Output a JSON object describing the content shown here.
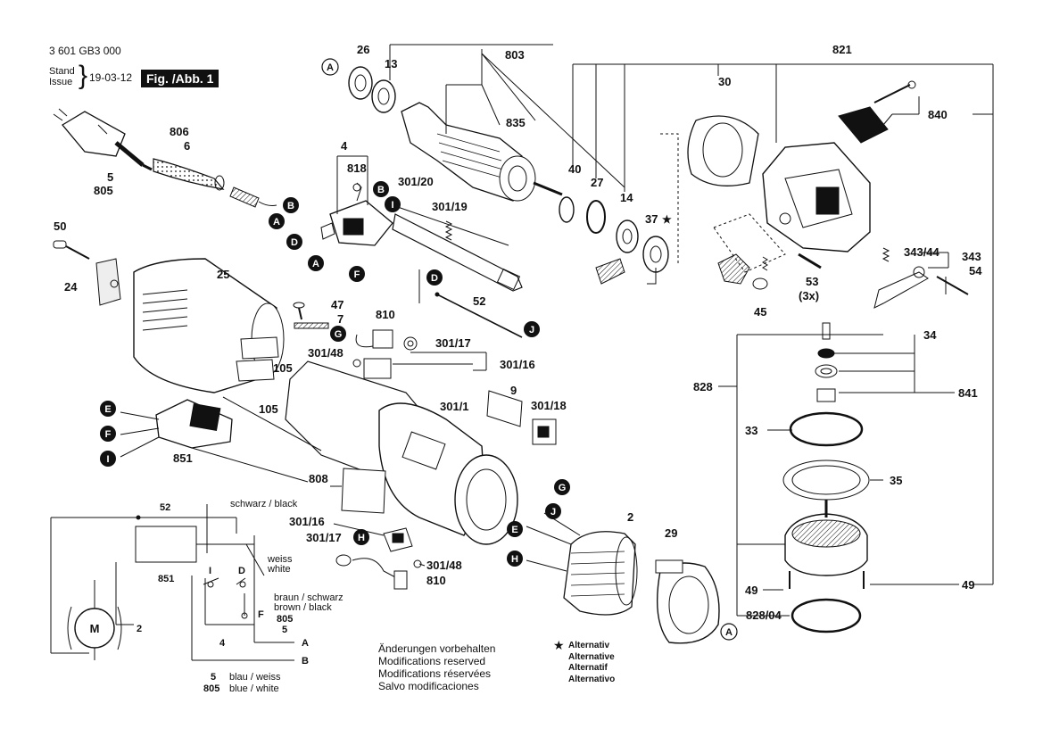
{
  "header": {
    "doc_number": "3 601 GB3 000",
    "stand": "Stand",
    "issue": "Issue",
    "date": "19-03-12",
    "figure": "Fig. /Abb. 1"
  },
  "part_labels": {
    "p26": "26",
    "p13": "13",
    "p803": "803",
    "p835": "835",
    "p806": "806",
    "p6": "6",
    "p5": "5",
    "p805": "805",
    "p4": "4",
    "p818": "818",
    "p301_20": "301/20",
    "p301_19": "301/19",
    "p50": "50",
    "p24": "24",
    "p25": "25",
    "p47": "47",
    "p7": "7",
    "p810": "810",
    "p301_17": "301/17",
    "p301_48": "301/48",
    "p301_16": "301/16",
    "p52": "52",
    "p105a": "105",
    "p105b": "105",
    "p851": "851",
    "p9": "9",
    "p301_1": "301/1",
    "p301_18": "301/18",
    "p808": "808",
    "p301_16b": "301/16",
    "p301_17b": "301/17",
    "p301_48b": "301/48",
    "p810b": "810",
    "p2": "2",
    "p29": "29",
    "p40": "40",
    "p27": "27",
    "p14": "14",
    "p37": "37",
    "p821": "821",
    "p30": "30",
    "p840": "840",
    "p343_44": "343/44",
    "p343": "343",
    "p54": "54",
    "p53": "53",
    "p3x": "(3x)",
    "p45": "45",
    "p34": "34",
    "p828": "828",
    "p841": "841",
    "p33": "33",
    "p35": "35",
    "p49a": "49",
    "p49b": "49",
    "p828_04": "828/04"
  },
  "callouts": {
    "A": "A",
    "B": "B",
    "D": "D",
    "E": "E",
    "F": "F",
    "G": "G",
    "H": "H",
    "I": "I",
    "J": "J"
  },
  "wiring": {
    "lbl52": "52",
    "black": "schwarz / black",
    "weiss": "weiss",
    "white": "white",
    "lbl851": "851",
    "I": "I",
    "D": "D",
    "F": "F",
    "brown_de": "braun / schwarz",
    "brown_en": "brown / black",
    "lbl805": "805",
    "lbl5a": "5",
    "A": "A",
    "lbl4": "4",
    "B": "B",
    "M": "M",
    "lbl2": "2",
    "lbl5b": "5",
    "lbl805b": "805",
    "blue_de": "blau / weiss",
    "blue_en": "blue / white"
  },
  "notes": {
    "line1": "Änderungen vorbehalten",
    "line2": "Modifications reserved",
    "line3": "Modifications réservées",
    "line4": "Salvo modificaciones"
  },
  "alternative": {
    "symbol": "★",
    "line1": "Alternativ",
    "line2": "Alternative",
    "line3": "Alternatif",
    "line4": "Alternativo"
  },
  "colors": {
    "ink": "#111111",
    "paper": "#ffffff",
    "shade": "#cfcfcf"
  }
}
